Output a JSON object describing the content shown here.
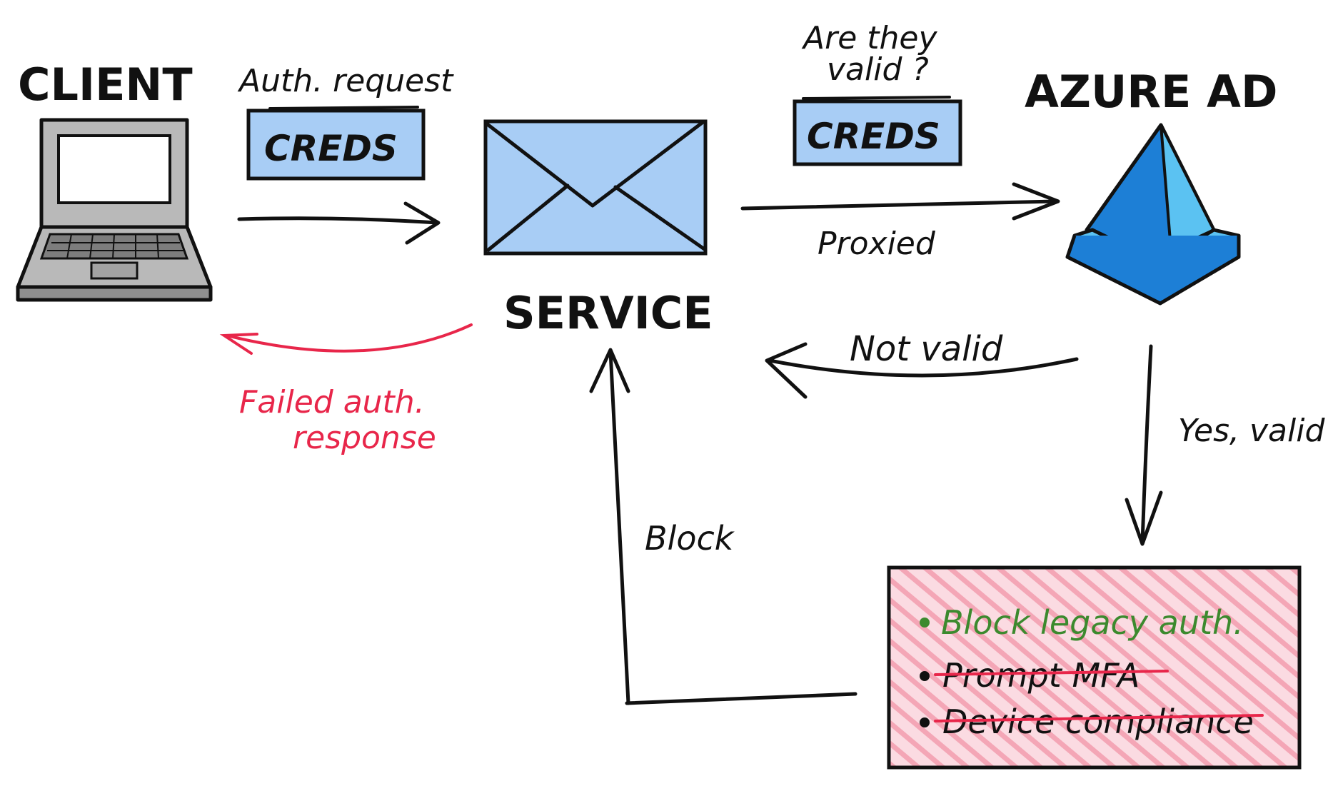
{
  "nodes": {
    "client": "CLIENT",
    "service": "SERVICE",
    "azure_ad": "AZURE AD"
  },
  "labels": {
    "auth_request": "Auth. request",
    "creds_left": "CREDS",
    "are_they_valid_line1": "Are they",
    "are_they_valid_line2": "valid ?",
    "creds_right": "CREDS",
    "proxied": "Proxied",
    "not_valid": "Not valid",
    "yes_valid": "Yes, valid",
    "block": "Block",
    "failed_line1": "Failed auth.",
    "failed_line2": "response"
  },
  "policy_box": {
    "items": [
      {
        "text": "Block legacy auth.",
        "state": "active"
      },
      {
        "text": "Prompt MFA",
        "state": "struck"
      },
      {
        "text": "Device compliance",
        "state": "struck"
      }
    ]
  },
  "colors": {
    "ink": "#111111",
    "envelope_fill": "#a8cdf5",
    "creds_fill": "#a8cdf5",
    "azure_blue_dark": "#1d7fd6",
    "azure_blue_light": "#5bc2f2",
    "failed_red": "#e8264a",
    "policy_pink": "#f4a6b6",
    "active_green": "#3c8a2e"
  }
}
